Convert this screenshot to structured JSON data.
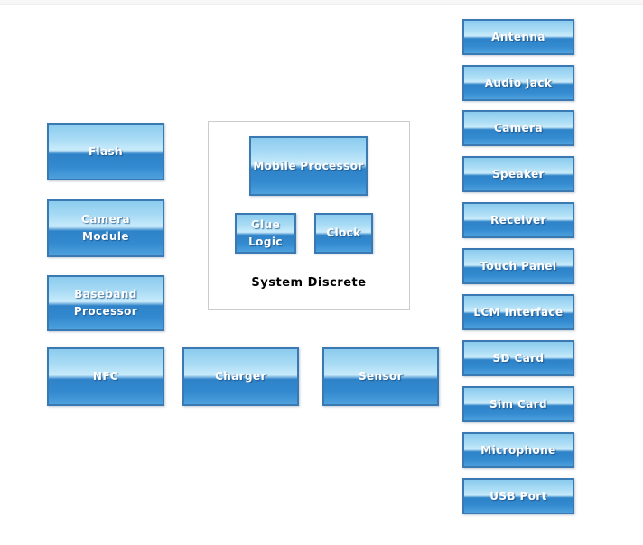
{
  "colors": {
    "page_background": "#ffffff",
    "top_strip": "#f7f7f7",
    "box_border": "#3b79b2",
    "box_gradient_top": "#8ccbee",
    "box_gradient_light": "#c9ebfb",
    "box_gradient_deep": "#2e82c8",
    "box_gradient_bottom": "#4ea1dd",
    "box_text": "#ffffff",
    "group_container_border": "#cccccc",
    "group_label_text": "#000000"
  },
  "left_column": {
    "items": [
      {
        "label": "Flash"
      },
      {
        "label": "Camera\nModule"
      },
      {
        "label": "Baseband\nProcessor"
      },
      {
        "label": "NFC"
      }
    ]
  },
  "system_group": {
    "title": "System Discrete",
    "boxes": [
      {
        "label": "Mobile Processor"
      },
      {
        "label": "Glue\nLogic"
      },
      {
        "label": "Clock"
      }
    ]
  },
  "bottom_row": {
    "items": [
      {
        "label": "Charger"
      },
      {
        "label": "Sensor"
      }
    ]
  },
  "right_column": {
    "items": [
      {
        "label": "Antenna"
      },
      {
        "label": "Audio Jack"
      },
      {
        "label": "Camera"
      },
      {
        "label": "Speaker"
      },
      {
        "label": "Receiver"
      },
      {
        "label": "Touch Panel"
      },
      {
        "label": "LCM Interface"
      },
      {
        "label": "SD Card"
      },
      {
        "label": "Sim Card"
      },
      {
        "label": "Microphone"
      },
      {
        "label": "USB Port"
      }
    ]
  }
}
